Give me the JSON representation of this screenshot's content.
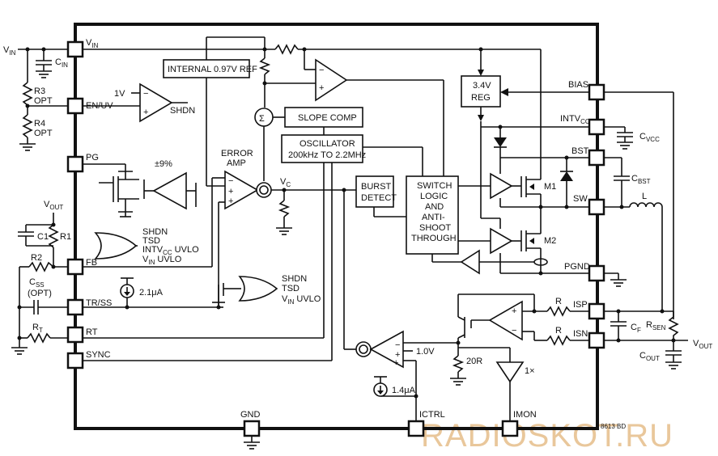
{
  "pins": {
    "vin": "V",
    "vin_sub": "IN",
    "enuv": "EN/UV",
    "pg": "PG",
    "fb": "FB",
    "trss": "TR/SS",
    "rt": "RT",
    "sync": "SYNC",
    "gnd": "GND",
    "ictrl": "ICTRL",
    "imon": "IMON",
    "bias": "BIAS",
    "intvcc": "INTV",
    "intvcc_sub": "CC",
    "bst": "BST",
    "sw": "SW",
    "pgnd": "PGND",
    "isp": "ISP",
    "isn": "ISN"
  },
  "external": {
    "vin": "V",
    "vin_sub": "IN",
    "cin": "C",
    "cin_sub": "IN",
    "r3": "R3",
    "r3_opt": "OPT",
    "r4": "R4",
    "r4_opt": "OPT",
    "vout_left": "V",
    "vout_left_sub": "OUT",
    "c1": "C1",
    "r1": "R1",
    "r2": "R2",
    "css": "C",
    "css_sub": "SS",
    "css_opt": "(OPT)",
    "rt": "R",
    "rt_sub": "T",
    "cvcc": "C",
    "cvcc_sub": "VCC",
    "cbst": "C",
    "cbst_sub": "BST",
    "l": "L",
    "cf": "C",
    "cf_sub": "F",
    "rsen": "R",
    "rsen_sub": "SEN",
    "vout_right": "V",
    "vout_right_sub": "OUT",
    "cout": "C",
    "cout_sub": "OUT"
  },
  "blocks": {
    "ref": "INTERNAL 0.97V REF",
    "reg_line1": "3.4V",
    "reg_line2": "REG",
    "slope": "SLOPE COMP",
    "osc_line1": "OSCILLATOR",
    "osc_line2": "200kHz TO 2.2MHz",
    "burst_line1": "BURST",
    "burst_line2": "DETECT",
    "logic_line1": "SWITCH",
    "logic_line2": "LOGIC",
    "logic_line3": "AND",
    "logic_line4": "ANTI-",
    "logic_line5": "SHOOT",
    "logic_line6": "THROUGH",
    "error_line1": "ERROR",
    "error_line2": "AMP",
    "sigma": "Σ"
  },
  "labels": {
    "one_v": "1V",
    "shdn_comp": "SHDN",
    "pct9": "±9%",
    "vc": "V",
    "vc_sub": "C",
    "or1_in1": "SHDN",
    "or1_in2": "TSD",
    "or1_in3": "INTV",
    "or1_in3_sub": "CC",
    "or1_in3_tail": " UVLO",
    "or1_in4": "V",
    "or1_in4_sub": "IN",
    "or1_in4_tail": " UVLO",
    "or2_in1": "SHDN",
    "or2_in2": "TSD",
    "or2_in3": "V",
    "or2_in3_sub": "IN",
    "or2_in3_tail": " UVLO",
    "i21": "2.1μA",
    "i14": "1.4μA",
    "v10": "1.0V",
    "r20": "20R",
    "r_top": "R",
    "r_bot": "R",
    "one_x": "1×",
    "m1": "M1",
    "m2": "M2",
    "part_code": "8613 BD"
  },
  "watermark": "RADIOSKOT.RU"
}
